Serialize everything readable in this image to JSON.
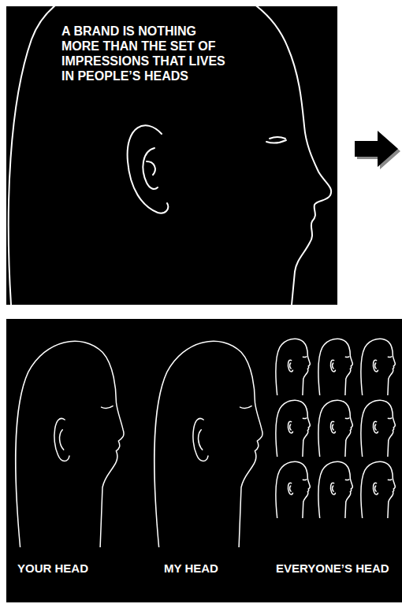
{
  "diagram": {
    "labels": [
      "A BRAND IS NOTHING MORE THAN THE SET OF IMPRESSIONS THAT LIVES IN PEOPLE’S HEADS",
      "YOUR HEAD",
      "MY HEAD",
      "EVERYONE’S HEAD"
    ]
  }
}
